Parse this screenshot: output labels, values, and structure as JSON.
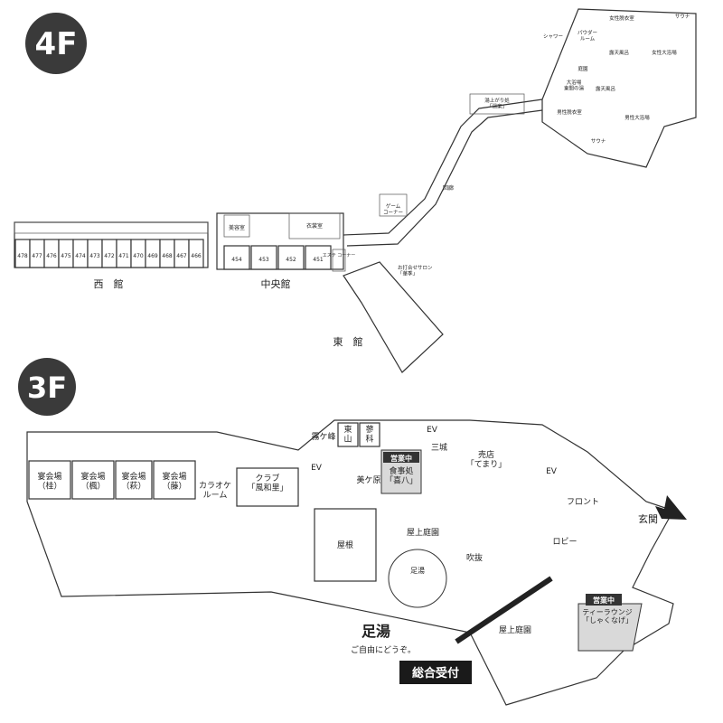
{
  "floors": {
    "f4": {
      "badge": "4F",
      "buildings": {
        "west": "西　館",
        "central": "中央館",
        "east": "東　館"
      },
      "west_rooms": [
        "478",
        "477",
        "476",
        "475",
        "474",
        "473",
        "472",
        "471",
        "470",
        "469",
        "468",
        "467",
        "466"
      ],
      "central_rooms": [
        "454",
        "453",
        "452",
        "451"
      ],
      "labels": {
        "beauty": "美容室",
        "costume": "衣裳室",
        "esthe": "エステ\nコーナー",
        "salon": "お打合せサロン\n「華季」",
        "game": "ゲーム\nコーナー",
        "bath_exit": "湯上がり処\n「湯楽」",
        "women_dress": "女性脱衣室",
        "men_dress": "男性脱衣室",
        "sauna1": "サウナ",
        "sauna2": "サウナ",
        "powder": "パウダー\nルーム",
        "garden": "庭園",
        "rotenburo1": "露天風呂",
        "rotenburo2": "露天風呂",
        "women_bath": "女性大浴場",
        "men_bath": "男性大浴場",
        "main_bath": "大浴場\n東間の湯",
        "shower": "シャワー",
        "corridor": "回廊"
      }
    },
    "f3": {
      "badge": "3F",
      "banquet": [
        "宴会場\n（桂）",
        "宴会場\n（楓）",
        "宴会場\n（萩）",
        "宴会場\n（藤）"
      ],
      "labels": {
        "karaoke": "カラオケ\nルーム",
        "club": "クラブ\n「風和里」",
        "kirigamine": "霧ケ峰",
        "higashiyama": "東\n山",
        "tateshina": "蓼\n科",
        "ev1": "EV",
        "ev2": "EV",
        "ev3": "EV",
        "sanjo": "三城",
        "biyou": "美ケ原",
        "restaurant": "食事処\n「喜八」",
        "shop": "売店\n「てまり」",
        "front": "フロント",
        "entrance": "玄関",
        "lobby": "ロビー",
        "roof": "屋根",
        "roof_garden1": "屋上庭園",
        "roof_garden2": "屋上庭園",
        "atrium": "吹抜",
        "ashiyu_small": "足湯",
        "ashiyu": "足湯",
        "ashiyu_note": "ご自由にどうぞ。",
        "tea_lounge": "ティーラウンジ\n「しゃくなげ」",
        "reception": "総合受付",
        "open1": "営業中",
        "open2": "営業中"
      }
    }
  },
  "colors": {
    "badge_bg": "#3a3a3a",
    "open_bg": "#333333",
    "reception_bg": "#1a1a1a",
    "highlight": "#d9d9d9"
  }
}
